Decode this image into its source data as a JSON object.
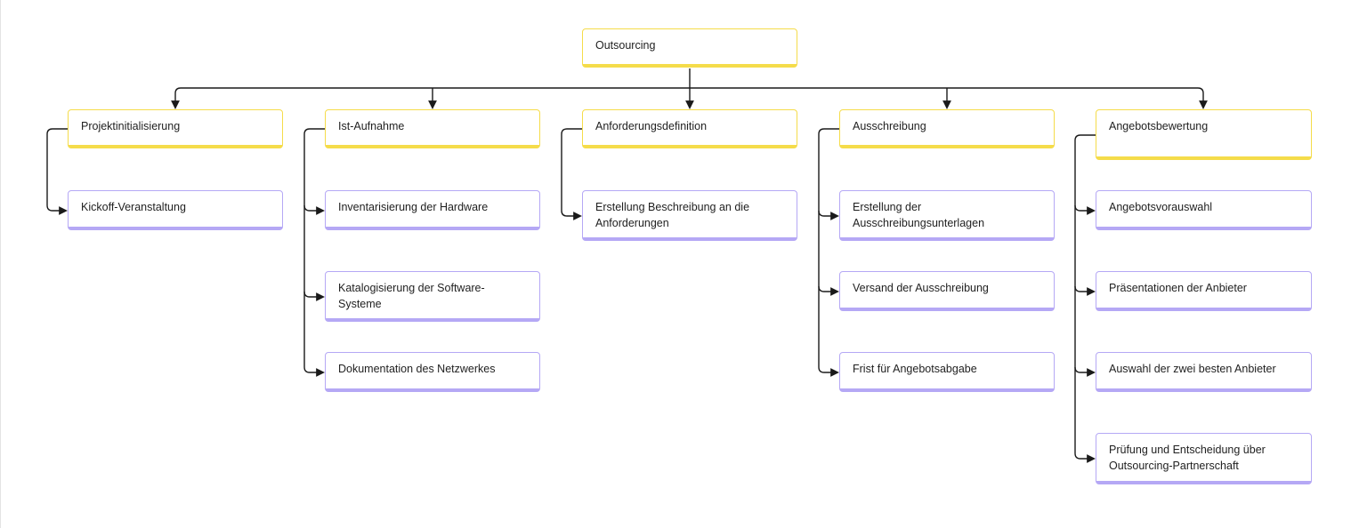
{
  "diagram": {
    "root": {
      "label": "Outsourcing"
    },
    "phases": [
      {
        "label": "Projektinitialisierung",
        "tasks": [
          "Kickoff-Veranstaltung"
        ]
      },
      {
        "label": "Ist-Aufnahme",
        "tasks": [
          "Inventarisierung der Hardware",
          "Katalogisierung der Software-Systeme",
          "Dokumentation des Netzwerkes"
        ]
      },
      {
        "label": "Anforderungsdefinition",
        "tasks": [
          "Erstellung Beschreibung an die Anforderungen"
        ]
      },
      {
        "label": "Ausschreibung",
        "tasks": [
          "Erstellung der Ausschreibungsunterlagen",
          "Versand der Ausschreibung",
          "Frist für Angebotsabgabe"
        ]
      },
      {
        "label": "Angebotsbewertung",
        "tasks": [
          "Angebotsvorauswahl",
          "Präsentationen der Anbieter",
          "Auswahl der zwei besten Anbieter",
          "Prüfung und Entscheidung über Outsourcing-Partnerschaft"
        ]
      }
    ],
    "colors": {
      "phase_border": "#f5dc4a",
      "task_border": "#b5a8f5",
      "connector": "#1a1a1a"
    }
  }
}
